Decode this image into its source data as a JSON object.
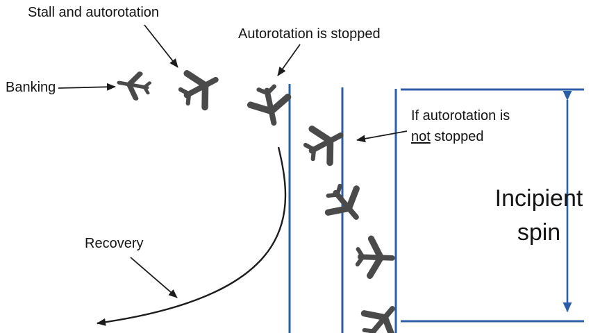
{
  "labels": {
    "banking": "Banking",
    "stall_and_autorotation": "Stall and autorotation",
    "autorotation_stopped": "Autorotation is stopped",
    "if_autorotation_line1": "If autorotation is",
    "if_autorotation_underlined": "not",
    "if_autorotation_line2_rest": " stopped",
    "recovery": "Recovery",
    "incipient_line1": "Incipient",
    "incipient_line2": "spin"
  },
  "colors": {
    "plane": "#4a4a4a",
    "blue": "#2b5ea7",
    "text": "#141414",
    "arrow": "#1c1c1c",
    "background": "#ffffff"
  },
  "icons": {
    "airplane": "airplane-silhouette",
    "annotation_arrow": "thin-black-arrow",
    "incipient_span": "double-headed-vertical-arrow"
  }
}
